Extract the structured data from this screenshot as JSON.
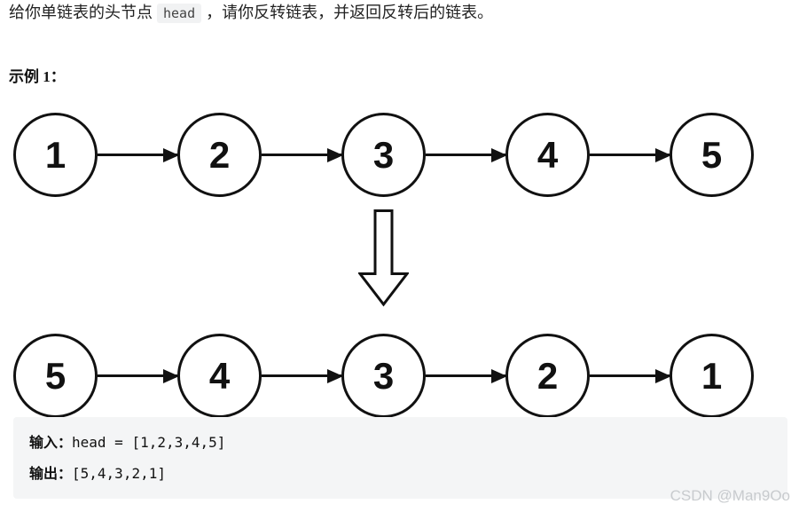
{
  "description": {
    "prefix": "给你单链表的头节点",
    "code": "head",
    "suffix": "，请你反转链表，并返回反转后的链表。"
  },
  "example": {
    "heading": "示例 1："
  },
  "diagram": {
    "original_list": [
      1,
      2,
      3,
      4,
      5
    ],
    "reversed_list": [
      5,
      4,
      3,
      2,
      1
    ],
    "transform_icon": "arrow-down-outline-icon"
  },
  "io_box": {
    "input_label": "输入：",
    "input_value": "head = [1,2,3,4,5]",
    "output_label": "输出：",
    "output_value": "[5,4,3,2,1]"
  },
  "watermark": "CSDN @Man9Oo",
  "colors": {
    "node_stroke": "#111111",
    "io_box_bg": "#f4f5f6",
    "inline_code_bg": "#f1f2f3",
    "watermark": "#c8cbce"
  }
}
